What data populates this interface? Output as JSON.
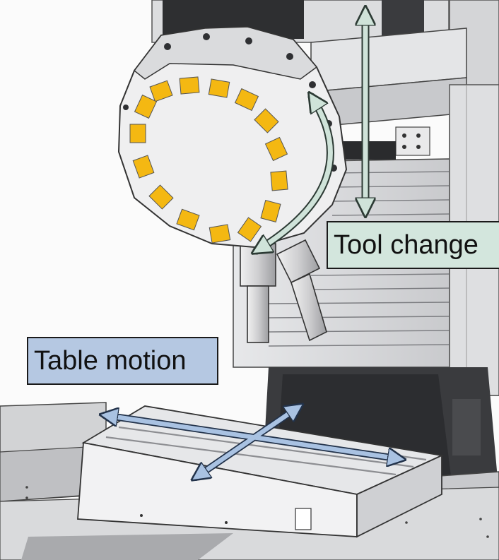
{
  "labels": {
    "tool_change": "Tool change",
    "table_motion": "Table motion"
  },
  "colors": {
    "tool_label_bg": "#d3e6dd",
    "table_label_bg": "#b5c8e2",
    "tool_arrow": "#cfe3d9",
    "table_arrow": "#a9c2e2",
    "magazine_pocket": "#f4b812",
    "machine_gray": "#d9dadc"
  },
  "icons": {
    "tool_arrows": "double-headed-arrow",
    "table_arrows": "double-headed-arrow"
  }
}
